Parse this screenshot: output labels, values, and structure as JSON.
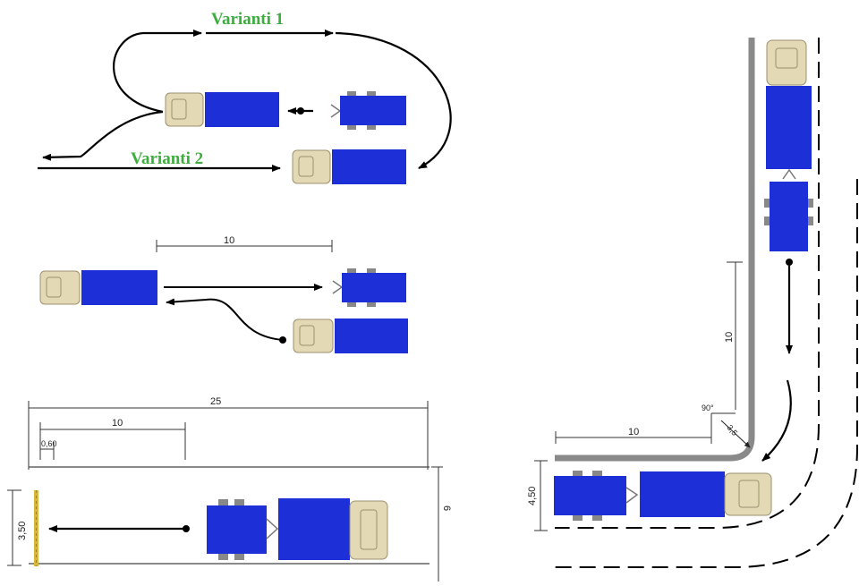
{
  "labels": {
    "variant_1": "Varianti 1",
    "variant_2": "Varianti 2"
  },
  "dimensions": {
    "middle_distance": "10",
    "bottom_total": "25",
    "bottom_ten": "10",
    "bottom_small": "0,60",
    "bottom_height": "3,50",
    "bottom_width": "6",
    "right_vertical": "10",
    "right_horizontal": "10",
    "right_angle": "90°",
    "right_diag": "3,5",
    "right_height": "4,50"
  },
  "colors": {
    "truck_blue": "#1d2fd6",
    "cab_beige": "#e3d9b4",
    "label_green": "#3dae3d"
  }
}
